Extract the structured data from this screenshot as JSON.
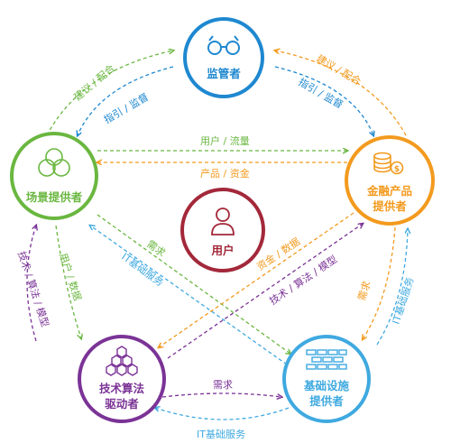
{
  "colors": {
    "regulator": "#1e88d0",
    "financial": "#f39a1e",
    "scenario": "#6ab740",
    "user": "#a3283a",
    "tech": "#7b3396",
    "infra": "#3fa9e0"
  },
  "nodes": {
    "regulator": {
      "title": "监管者",
      "icon": "binoculars-icon"
    },
    "financial": {
      "line1": "金融产品",
      "line2": "提供者",
      "icon": "coins-icon"
    },
    "scenario": {
      "title": "场景提供者",
      "icon": "venn-circles-icon"
    },
    "user": {
      "title": "用户",
      "icon": "person-icon"
    },
    "tech": {
      "line1": "技术算法",
      "line2": "驱动者",
      "icon": "hexagon-cluster-icon"
    },
    "infra": {
      "line1": "基础设施",
      "line2": "提供者",
      "icon": "brick-wall-icon"
    }
  },
  "labels": {
    "scenario_to_regulator": "建议 / 配合",
    "regulator_to_scenario": "指引 / 监督",
    "financial_to_regulator": "建议 / 配合",
    "regulator_to_financial": "指引 / 监督",
    "scenario_to_financial": "用户 / 流量",
    "financial_to_scenario": "产品 / 资金",
    "scenario_to_tech_demand": "需求",
    "infra_to_scenario": "IT基础服务",
    "tech_to_scenario_left": "技术 / 算法 / 模型",
    "scenario_to_tech_right": "用户 / 数据",
    "financial_to_tech": "资金 / 数据",
    "tech_to_financial": "技术 / 算法 / 模型",
    "financial_demand": "需求",
    "infra_to_financial": "IT基础服务",
    "tech_to_infra": "需求",
    "infra_to_tech": "IT基础服务"
  }
}
